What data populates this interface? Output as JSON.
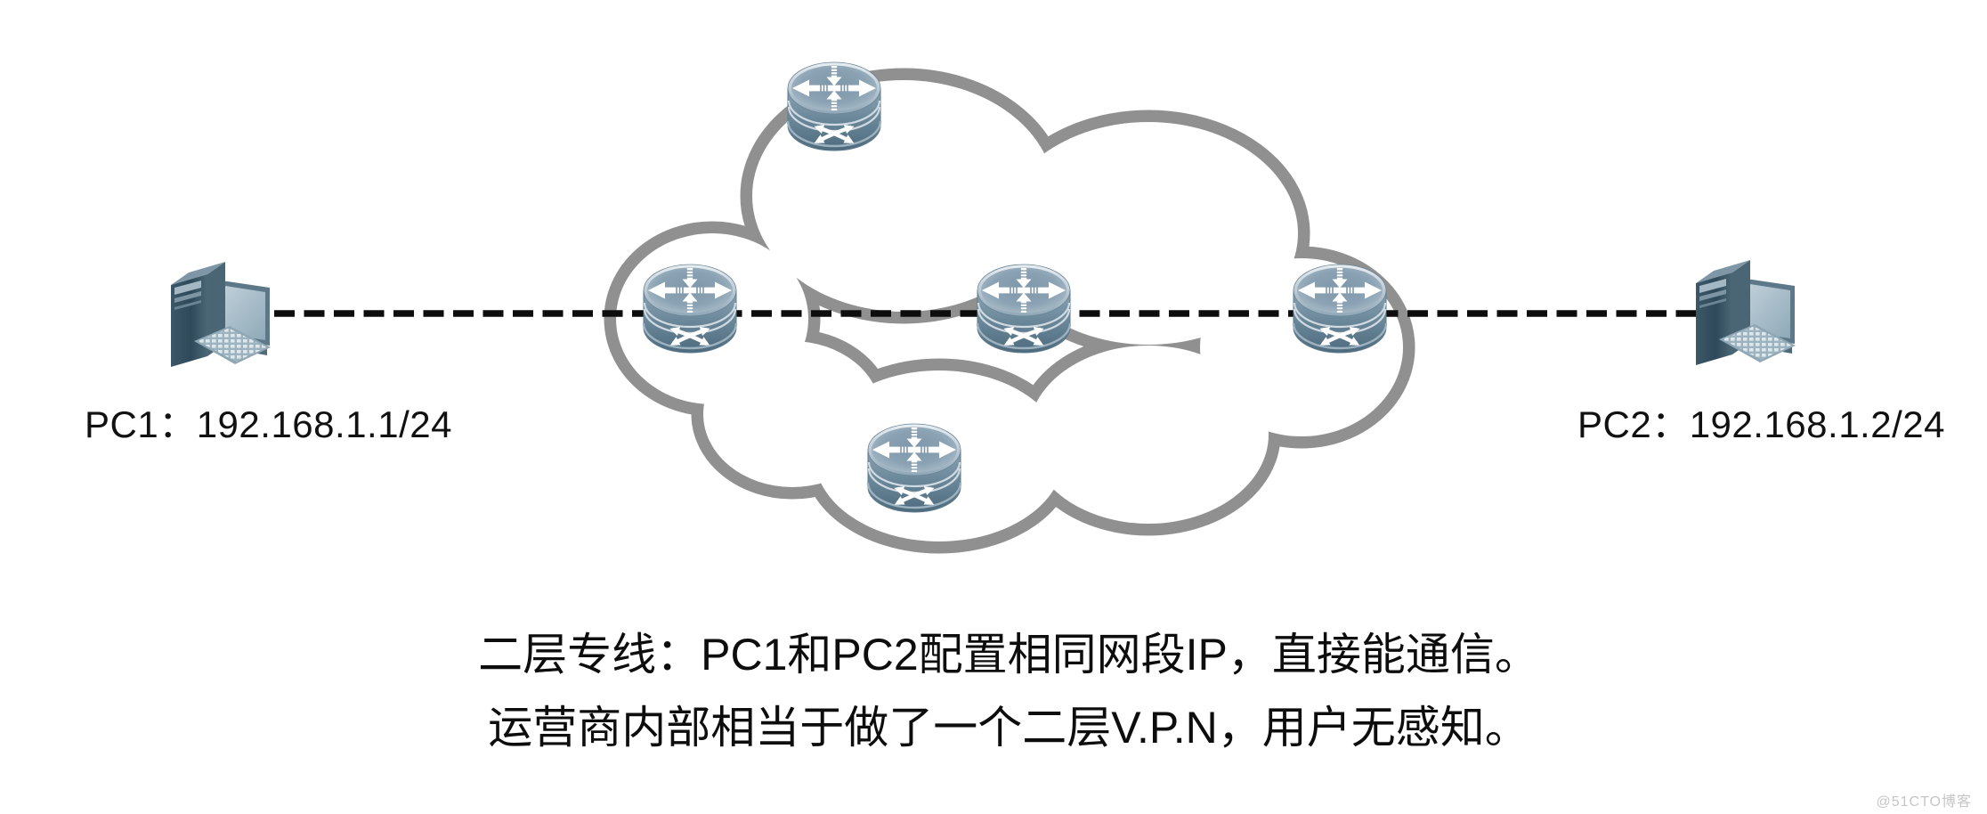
{
  "page": {
    "background": "#ffffff"
  },
  "diagram": {
    "type": "network-topology",
    "cloud": {
      "stroke_color": "#909090",
      "fill_color": "#ffffff"
    },
    "link": {
      "style": "dashed",
      "color": "#0d0d0d"
    },
    "router_icon_color": "#7e99ac",
    "routers": [
      {
        "id": "router-top"
      },
      {
        "id": "router-left"
      },
      {
        "id": "router-middle"
      },
      {
        "id": "router-right"
      },
      {
        "id": "router-bottom"
      }
    ],
    "pcs": [
      {
        "id": "pc1",
        "label": "PC1：192.168.1.1/24"
      },
      {
        "id": "pc2",
        "label": "PC2：192.168.1.2/24"
      }
    ]
  },
  "caption": {
    "line1": "二层专线：PC1和PC2配置相同网段IP，直接能通信。",
    "line2": "运营商内部相当于做了一个二层V.P.N，用户无感知。"
  },
  "watermark": {
    "text": "@51CTO博客",
    "color": "#c6c6c6"
  }
}
